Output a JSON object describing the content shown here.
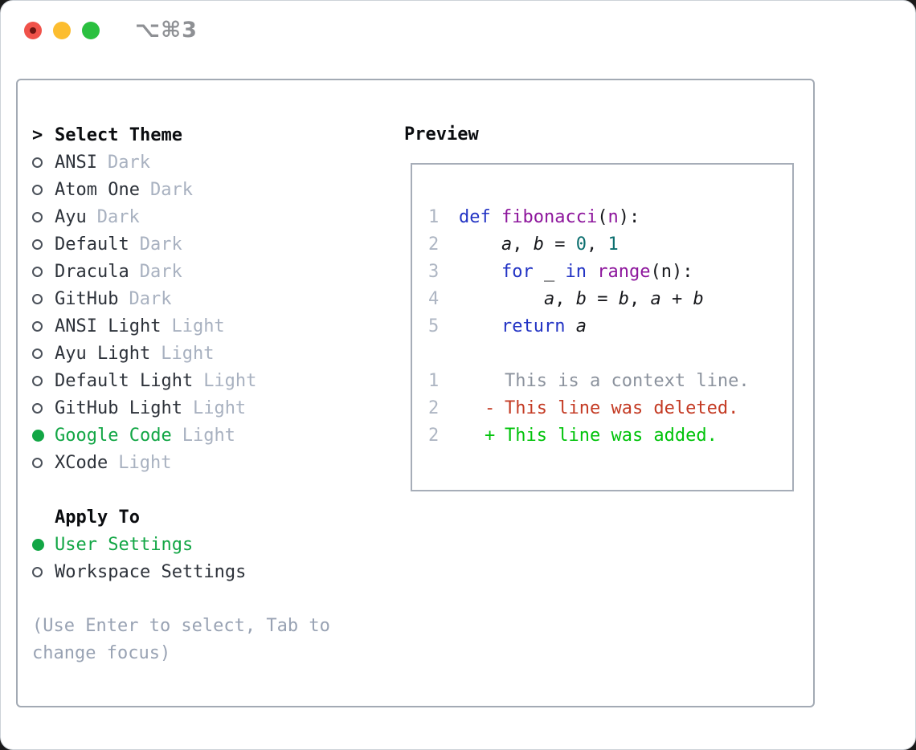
{
  "window": {
    "title": "⌥⌘3"
  },
  "theme_panel": {
    "header_marker": ">",
    "header": "Select Theme",
    "themes": [
      {
        "name": "ANSI",
        "variant": "Dark",
        "selected": false
      },
      {
        "name": "Atom One",
        "variant": "Dark",
        "selected": false
      },
      {
        "name": "Ayu",
        "variant": "Dark",
        "selected": false
      },
      {
        "name": "Default",
        "variant": "Dark",
        "selected": false
      },
      {
        "name": "Dracula",
        "variant": "Dark",
        "selected": false
      },
      {
        "name": "GitHub",
        "variant": "Dark",
        "selected": false
      },
      {
        "name": "ANSI Light",
        "variant": "Light",
        "selected": false
      },
      {
        "name": "Ayu Light",
        "variant": "Light",
        "selected": false
      },
      {
        "name": "Default Light",
        "variant": "Light",
        "selected": false
      },
      {
        "name": "GitHub Light",
        "variant": "Light",
        "selected": false
      },
      {
        "name": "Google Code",
        "variant": "Light",
        "selected": true
      },
      {
        "name": "XCode",
        "variant": "Light",
        "selected": false
      }
    ],
    "apply_to": {
      "header": "Apply To",
      "options": [
        {
          "label": "User Settings",
          "selected": true
        },
        {
          "label": "Workspace Settings",
          "selected": false
        }
      ]
    },
    "hint": "(Use Enter to select, Tab to change focus)"
  },
  "preview": {
    "title": "Preview",
    "code_lines": [
      {
        "number": "1",
        "tokens": [
          {
            "t": "def",
            "c": "kw"
          },
          {
            "t": " "
          },
          {
            "t": "fibonacci",
            "c": "fn"
          },
          {
            "t": "("
          },
          {
            "t": "n",
            "c": "fn"
          },
          {
            "t": "):"
          }
        ]
      },
      {
        "number": "2",
        "tokens": [
          {
            "t": "    "
          },
          {
            "t": "a",
            "c": "var"
          },
          {
            "t": ", "
          },
          {
            "t": "b",
            "c": "var"
          },
          {
            "t": " = "
          },
          {
            "t": "0",
            "c": "num"
          },
          {
            "t": ", "
          },
          {
            "t": "1",
            "c": "num"
          }
        ]
      },
      {
        "number": "3",
        "tokens": [
          {
            "t": "    "
          },
          {
            "t": "for",
            "c": "kw"
          },
          {
            "t": " _ "
          },
          {
            "t": "in",
            "c": "kw"
          },
          {
            "t": " "
          },
          {
            "t": "range",
            "c": "fn"
          },
          {
            "t": "(n):"
          }
        ]
      },
      {
        "number": "4",
        "tokens": [
          {
            "t": "        "
          },
          {
            "t": "a",
            "c": "var"
          },
          {
            "t": ", "
          },
          {
            "t": "b",
            "c": "var"
          },
          {
            "t": " = "
          },
          {
            "t": "b",
            "c": "var"
          },
          {
            "t": ", "
          },
          {
            "t": "a",
            "c": "var"
          },
          {
            "t": " + "
          },
          {
            "t": "b",
            "c": "var"
          }
        ]
      },
      {
        "number": "5",
        "tokens": [
          {
            "t": "    "
          },
          {
            "t": "return",
            "c": "kw"
          },
          {
            "t": " "
          },
          {
            "t": "a",
            "c": "var"
          }
        ]
      }
    ],
    "diff_lines": [
      {
        "number": "1",
        "marker": "",
        "text": "This is a context line.",
        "kind": "context"
      },
      {
        "number": "2",
        "marker": "-",
        "text": "This line was deleted.",
        "kind": "deleted"
      },
      {
        "number": "2",
        "marker": "+",
        "text": "This line was added.",
        "kind": "added"
      }
    ]
  },
  "colors": {
    "selected_green": "#12a645",
    "added_green": "#00c30a",
    "deleted_red": "#c43b24",
    "keyword_blue": "#2233c4",
    "function_purple": "#8d169c",
    "number_teal": "#0c6f6f",
    "muted_gray": "#a8b1c0",
    "hint_gray": "#98a2b3",
    "line_number_gray": "#aeb6c3",
    "traffic_red": "#f0524a",
    "traffic_yellow": "#fcbd2f",
    "traffic_green": "#2ac03f"
  }
}
